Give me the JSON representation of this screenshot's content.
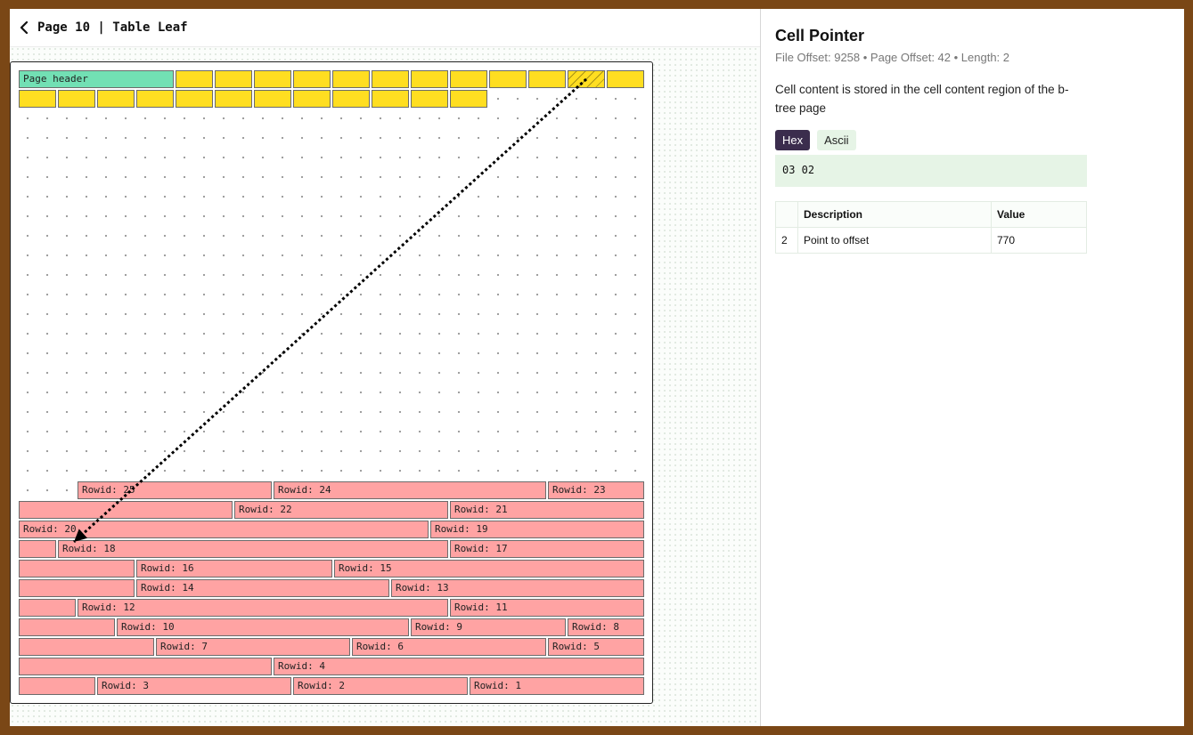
{
  "header": {
    "title": "Page 10 | Table Leaf"
  },
  "canvas": {
    "header_label": "Page header",
    "pointer_cells": 24,
    "selected_pointer": 10,
    "records": [
      [
        "Rowid: 25",
        "Rowid: 24",
        "Rowid: 23"
      ],
      [
        "Rowid: 22",
        "Rowid: 21"
      ],
      [
        "Rowid: 20",
        "Rowid: 19"
      ],
      [
        "Rowid: 18",
        "Rowid: 17"
      ],
      [
        "Rowid: 16",
        "Rowid: 15"
      ],
      [
        "Rowid: 14",
        "Rowid: 13"
      ],
      [
        "Rowid: 12",
        "Rowid: 11"
      ],
      [
        "Rowid: 10",
        "Rowid: 9",
        "Rowid: 8"
      ],
      [
        "Rowid: 7",
        "Rowid: 6",
        "Rowid: 5"
      ],
      [
        "Rowid: 4"
      ],
      [
        "Rowid: 3",
        "Rowid: 2",
        "Rowid: 1"
      ]
    ],
    "arrow_target": "Rowid: 18"
  },
  "detail": {
    "title": "Cell Pointer",
    "meta": "File Offset: 9258 • Page Offset: 42 • Length: 2",
    "description": "Cell content is stored in the cell content region of the b-tree page",
    "tabs": {
      "hex": "Hex",
      "ascii": "Ascii"
    },
    "hex_value": "03 02",
    "table": {
      "headers": [
        "",
        "Description",
        "Value"
      ],
      "rows": [
        [
          "2",
          "Point to offset",
          "770"
        ]
      ]
    }
  },
  "colors": {
    "header_cell": "#72e0b4",
    "pointer_cell": "#ffde21",
    "record_cell": "#ffa3a3",
    "active_tab": "#3b2d4d",
    "hex_bg": "#e6f4e6"
  }
}
